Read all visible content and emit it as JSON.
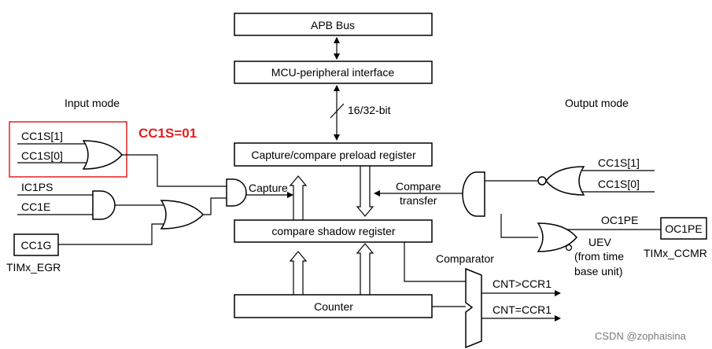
{
  "blocks": {
    "apb_bus": "APB Bus",
    "mcu_interface": "MCU-peripheral interface",
    "bus_width": "16/32-bit",
    "preload_register": "Capture/compare preload register",
    "shadow_register": "compare shadow register",
    "counter": "Counter"
  },
  "input_side": {
    "heading": "Input mode",
    "cc1s1": "CC1S[1]",
    "cc1s0": "CC1S[0]",
    "annotation": "CC1S=01",
    "ic1ps": "IC1PS",
    "cc1e": "CC1E",
    "cc1g": "CC1G",
    "timx_egr": "TIMx_EGR",
    "capture": "Capture"
  },
  "output_side": {
    "heading": "Output mode",
    "cc1s1": "CC1S[1]",
    "cc1s0": "CC1S[0]",
    "compare_transfer_1": "Compare",
    "compare_transfer_2": "transfer",
    "oc1pe_label": "OC1PE",
    "oc1pe_box": "OC1PE",
    "timx_ccmr": "TIMx_CCMR",
    "uev_1": "UEV",
    "uev_2": "(from time",
    "uev_3": "base unit)"
  },
  "comparator": {
    "label": "Comparator",
    "out1": "CNT>CCR1",
    "out2": "CNT=CCR1"
  },
  "watermark": "CSDN @zophaisina",
  "colors": {
    "annotation": "#e02020",
    "line": "#000000"
  }
}
